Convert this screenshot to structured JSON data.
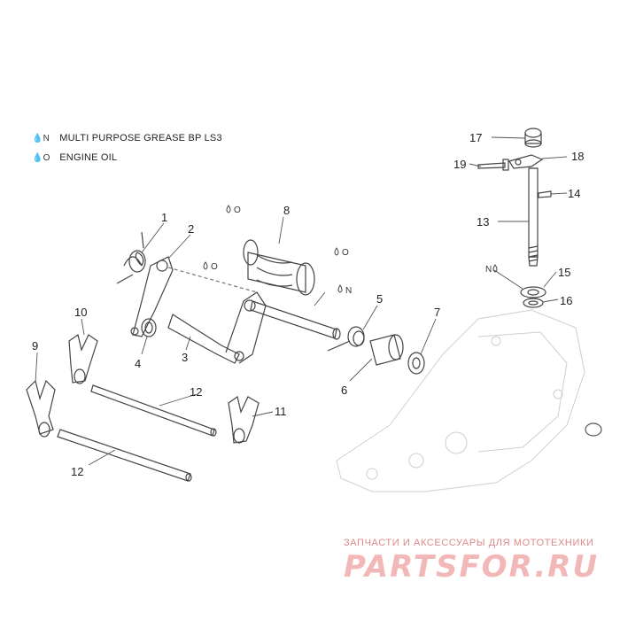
{
  "legend": [
    {
      "symbol": "N",
      "text": "MULTI PURPOSE GREASE BP LS3"
    },
    {
      "symbol": "O",
      "text": "ENGINE OIL"
    }
  ],
  "callouts": [
    "1",
    "2",
    "3",
    "4",
    "5",
    "6",
    "7",
    "8",
    "9",
    "10",
    "11",
    "12",
    "12",
    "13",
    "14",
    "15",
    "16",
    "17",
    "18",
    "19"
  ],
  "lube_marks": {
    "part8_top": "O",
    "part8_right": "O",
    "part3_top": "O",
    "shaft_right": "N",
    "part15_left": "N"
  },
  "watermark": {
    "subtitle": "ЗАПЧАСТИ И АКСЕССУАРЫ ДЛЯ МОТОТЕХНИКИ",
    "logo": "PARTSFOR.RU"
  }
}
